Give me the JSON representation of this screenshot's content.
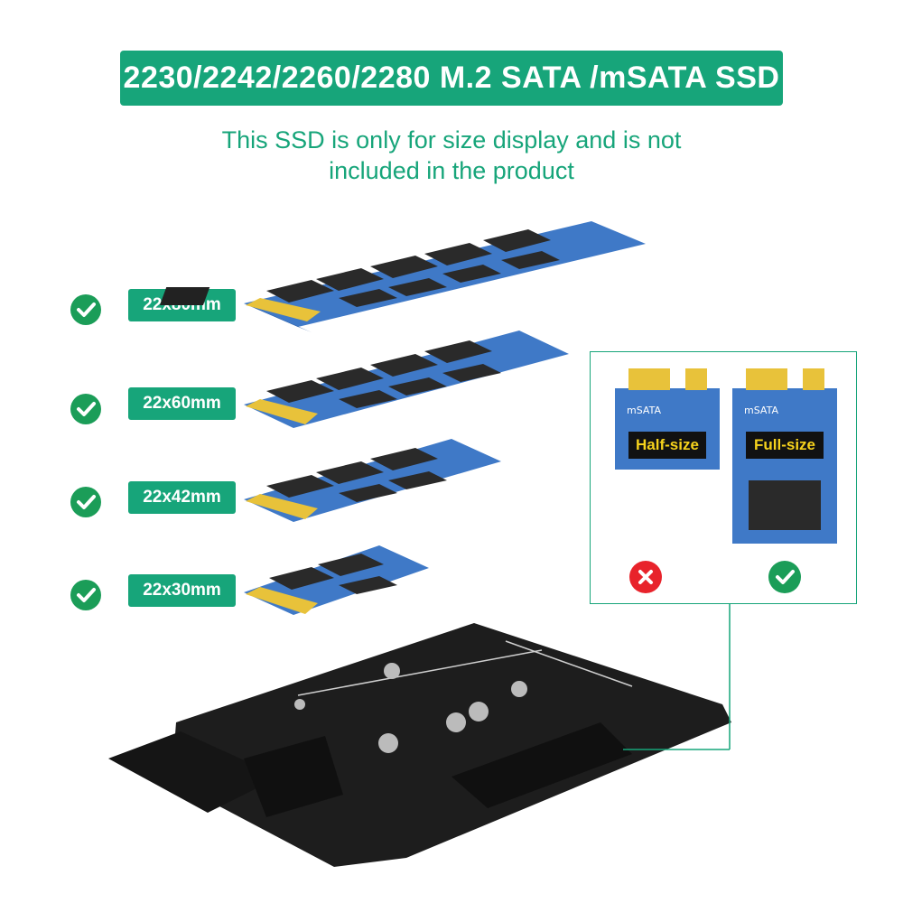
{
  "header": {
    "banner": "2230/2242/2260/2280 M.2 SATA /mSATA SSD",
    "note_line1": "This SSD is only for size display and is not",
    "note_line2": "included in the product"
  },
  "sizes": [
    {
      "label": "22x80mm",
      "supported": true
    },
    {
      "label": "22x60mm",
      "supported": true
    },
    {
      "label": "22x42mm",
      "supported": true
    },
    {
      "label": "22x30mm",
      "supported": true
    }
  ],
  "msata": {
    "half": {
      "chip_label": "mSATA",
      "size_label": "Half-size",
      "supported": false
    },
    "full": {
      "chip_label": "mSATA",
      "size_label": "Full-size",
      "supported": true
    }
  },
  "colors": {
    "accent": "#17a57a",
    "check": "#1b9d58",
    "cross": "#e8232b",
    "pcb": "#3f79c7",
    "board": "#1d1d1d",
    "gold": "#e8c23a"
  },
  "icons": [
    "check-icon",
    "cross-icon"
  ]
}
